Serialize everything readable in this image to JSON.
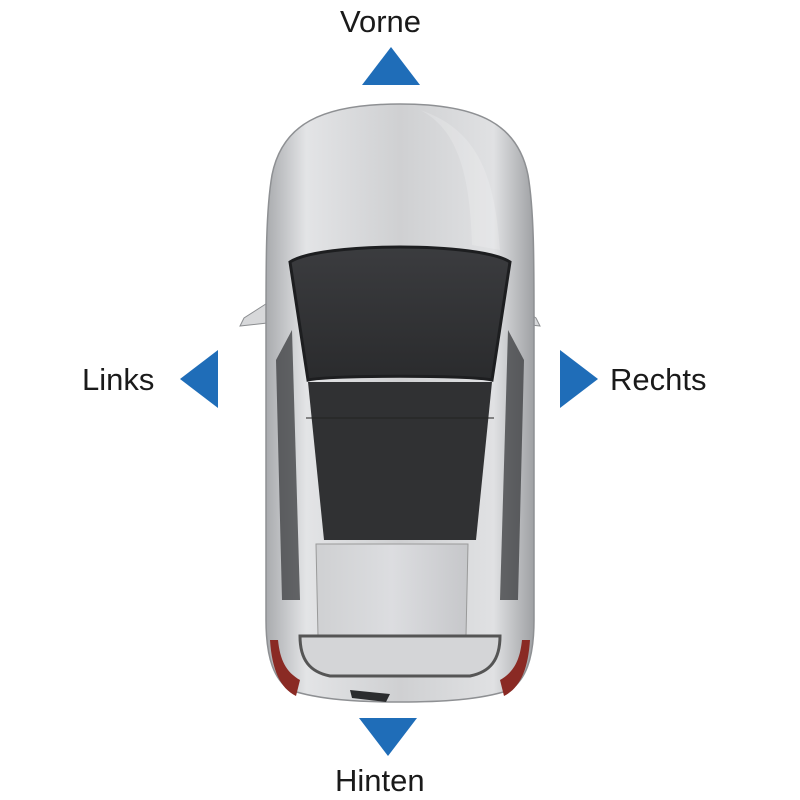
{
  "labels": {
    "front": "Vorne",
    "rear": "Hinten",
    "left": "Links",
    "right": "Rechts"
  },
  "icons": {
    "front": "triangle-up",
    "rear": "triangle-down",
    "left": "triangle-left",
    "right": "triangle-right",
    "vehicle": "car-top-view"
  },
  "colors": {
    "arrow": "#1f6db8",
    "text": "#1a1a1a",
    "car_body": "#c9cacc",
    "glass": "#2e2f31"
  }
}
